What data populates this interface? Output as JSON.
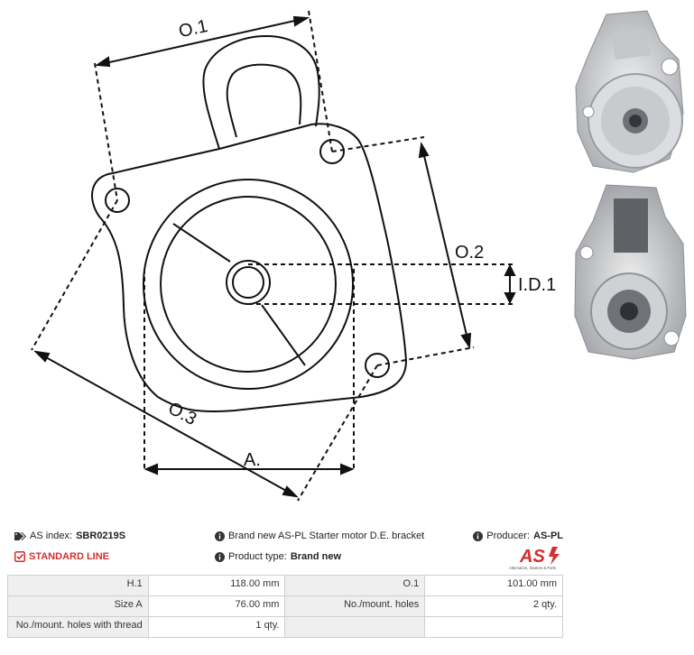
{
  "diagram": {
    "labels": {
      "o1": "O.1",
      "o2": "O.2",
      "o3": "O.3",
      "id1": "I.D.1",
      "a": "A."
    }
  },
  "info": {
    "index_label": "AS index:",
    "index_value": "SBR0219S",
    "line_label": "STANDARD LINE",
    "description": "Brand new AS-PL Starter motor D.E. bracket",
    "product_type_label": "Product type:",
    "product_type_value": "Brand new",
    "producer_label": "Producer:",
    "producer_value": "AS-PL",
    "logo_text": "AS",
    "logo_tagline": "Alternators, Starters & Parts"
  },
  "specs": {
    "rows": [
      {
        "k1": "H.1",
        "v1": "118.00 mm",
        "k2": "O.1",
        "v2": "101.00 mm"
      },
      {
        "k1": "Size A",
        "v1": "76.00 mm",
        "k2": "No./mount. holes",
        "v2": "2 qty."
      },
      {
        "k1": "No./mount. holes with thread",
        "v1": "1 qty.",
        "k2": "",
        "v2": ""
      }
    ]
  },
  "colors": {
    "accent_red": "#d42e2e",
    "line_black": "#111111",
    "table_header_bg": "#efefef",
    "table_border": "#cfcfcf"
  }
}
